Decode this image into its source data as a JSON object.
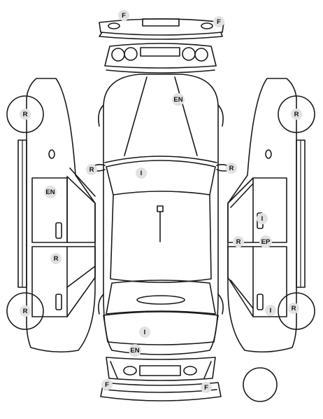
{
  "markers": {
    "front_bumper_left": "F",
    "front_bumper_right": "F",
    "hood": "EN",
    "windshield": "I",
    "left_mirror": "R",
    "right_mirror": "R",
    "left_front_wheel": "R",
    "left_rear_wheel": "R",
    "left_front_door": "EN",
    "left_rear_door": "R",
    "right_front_wheel": "R",
    "right_rear_wheel": "R",
    "right_front_door_top": "I",
    "right_door_split_left": "R",
    "right_door_split_right": "EP",
    "right_rear_door": "I",
    "rear_window": "I",
    "trunk": "EN",
    "rear_bumper_left": "F",
    "rear_bumper_right": "F"
  }
}
